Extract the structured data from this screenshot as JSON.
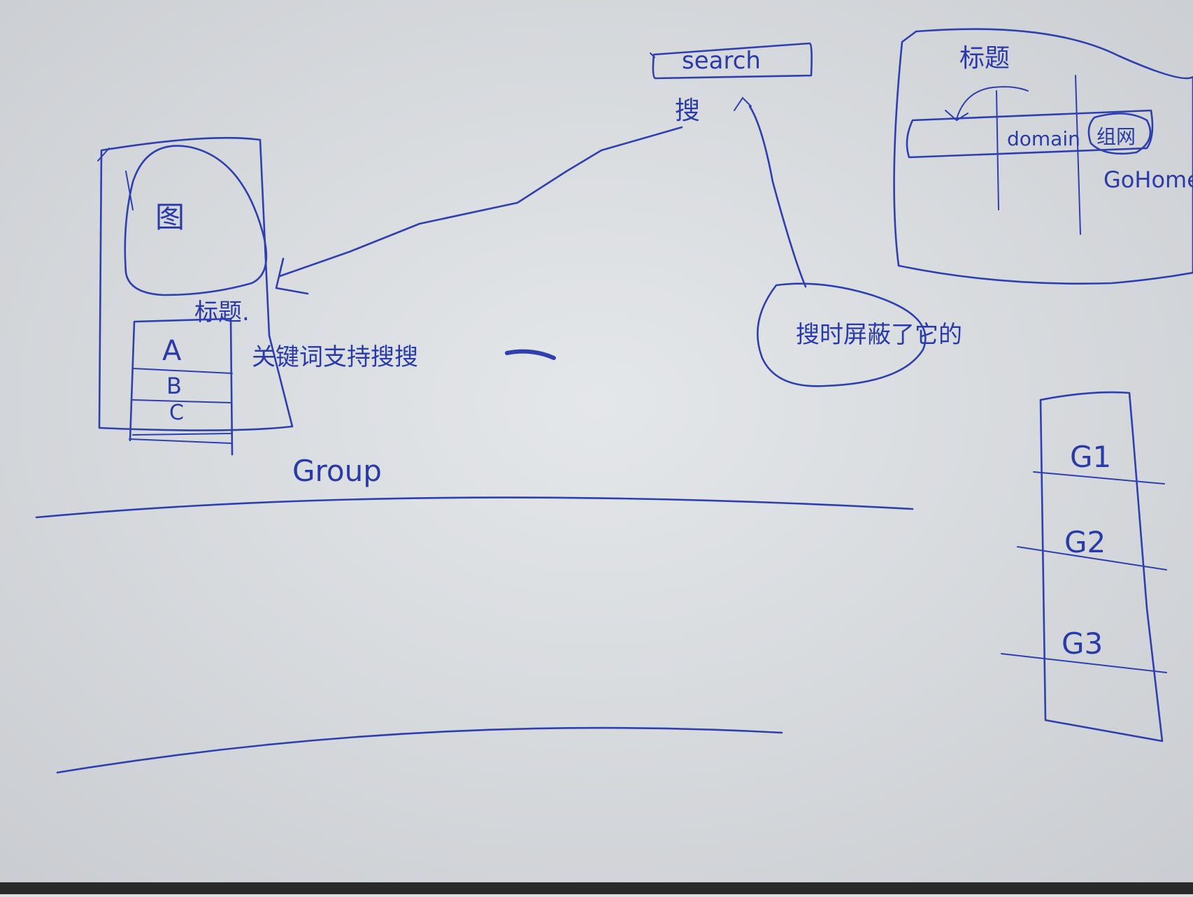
{
  "search": {
    "label": "search",
    "char_below": "搜"
  },
  "phone_mockup": {
    "image_glyph": "图",
    "title_label": "标题.",
    "list_items": [
      "A",
      "B",
      "C"
    ]
  },
  "keyword_note": "关键词支持搜搜",
  "hide_note": "搜时屏蔽了它的",
  "top_right_panel": {
    "title": "标题",
    "domain_label": "domain",
    "net_label": "组网",
    "gohome_label": "GoHome"
  },
  "group_label": "Group",
  "groups": [
    "G1",
    "G2",
    "G3"
  ],
  "colors": {
    "ink": "#2f3fae",
    "board": "#dcdfe2"
  }
}
